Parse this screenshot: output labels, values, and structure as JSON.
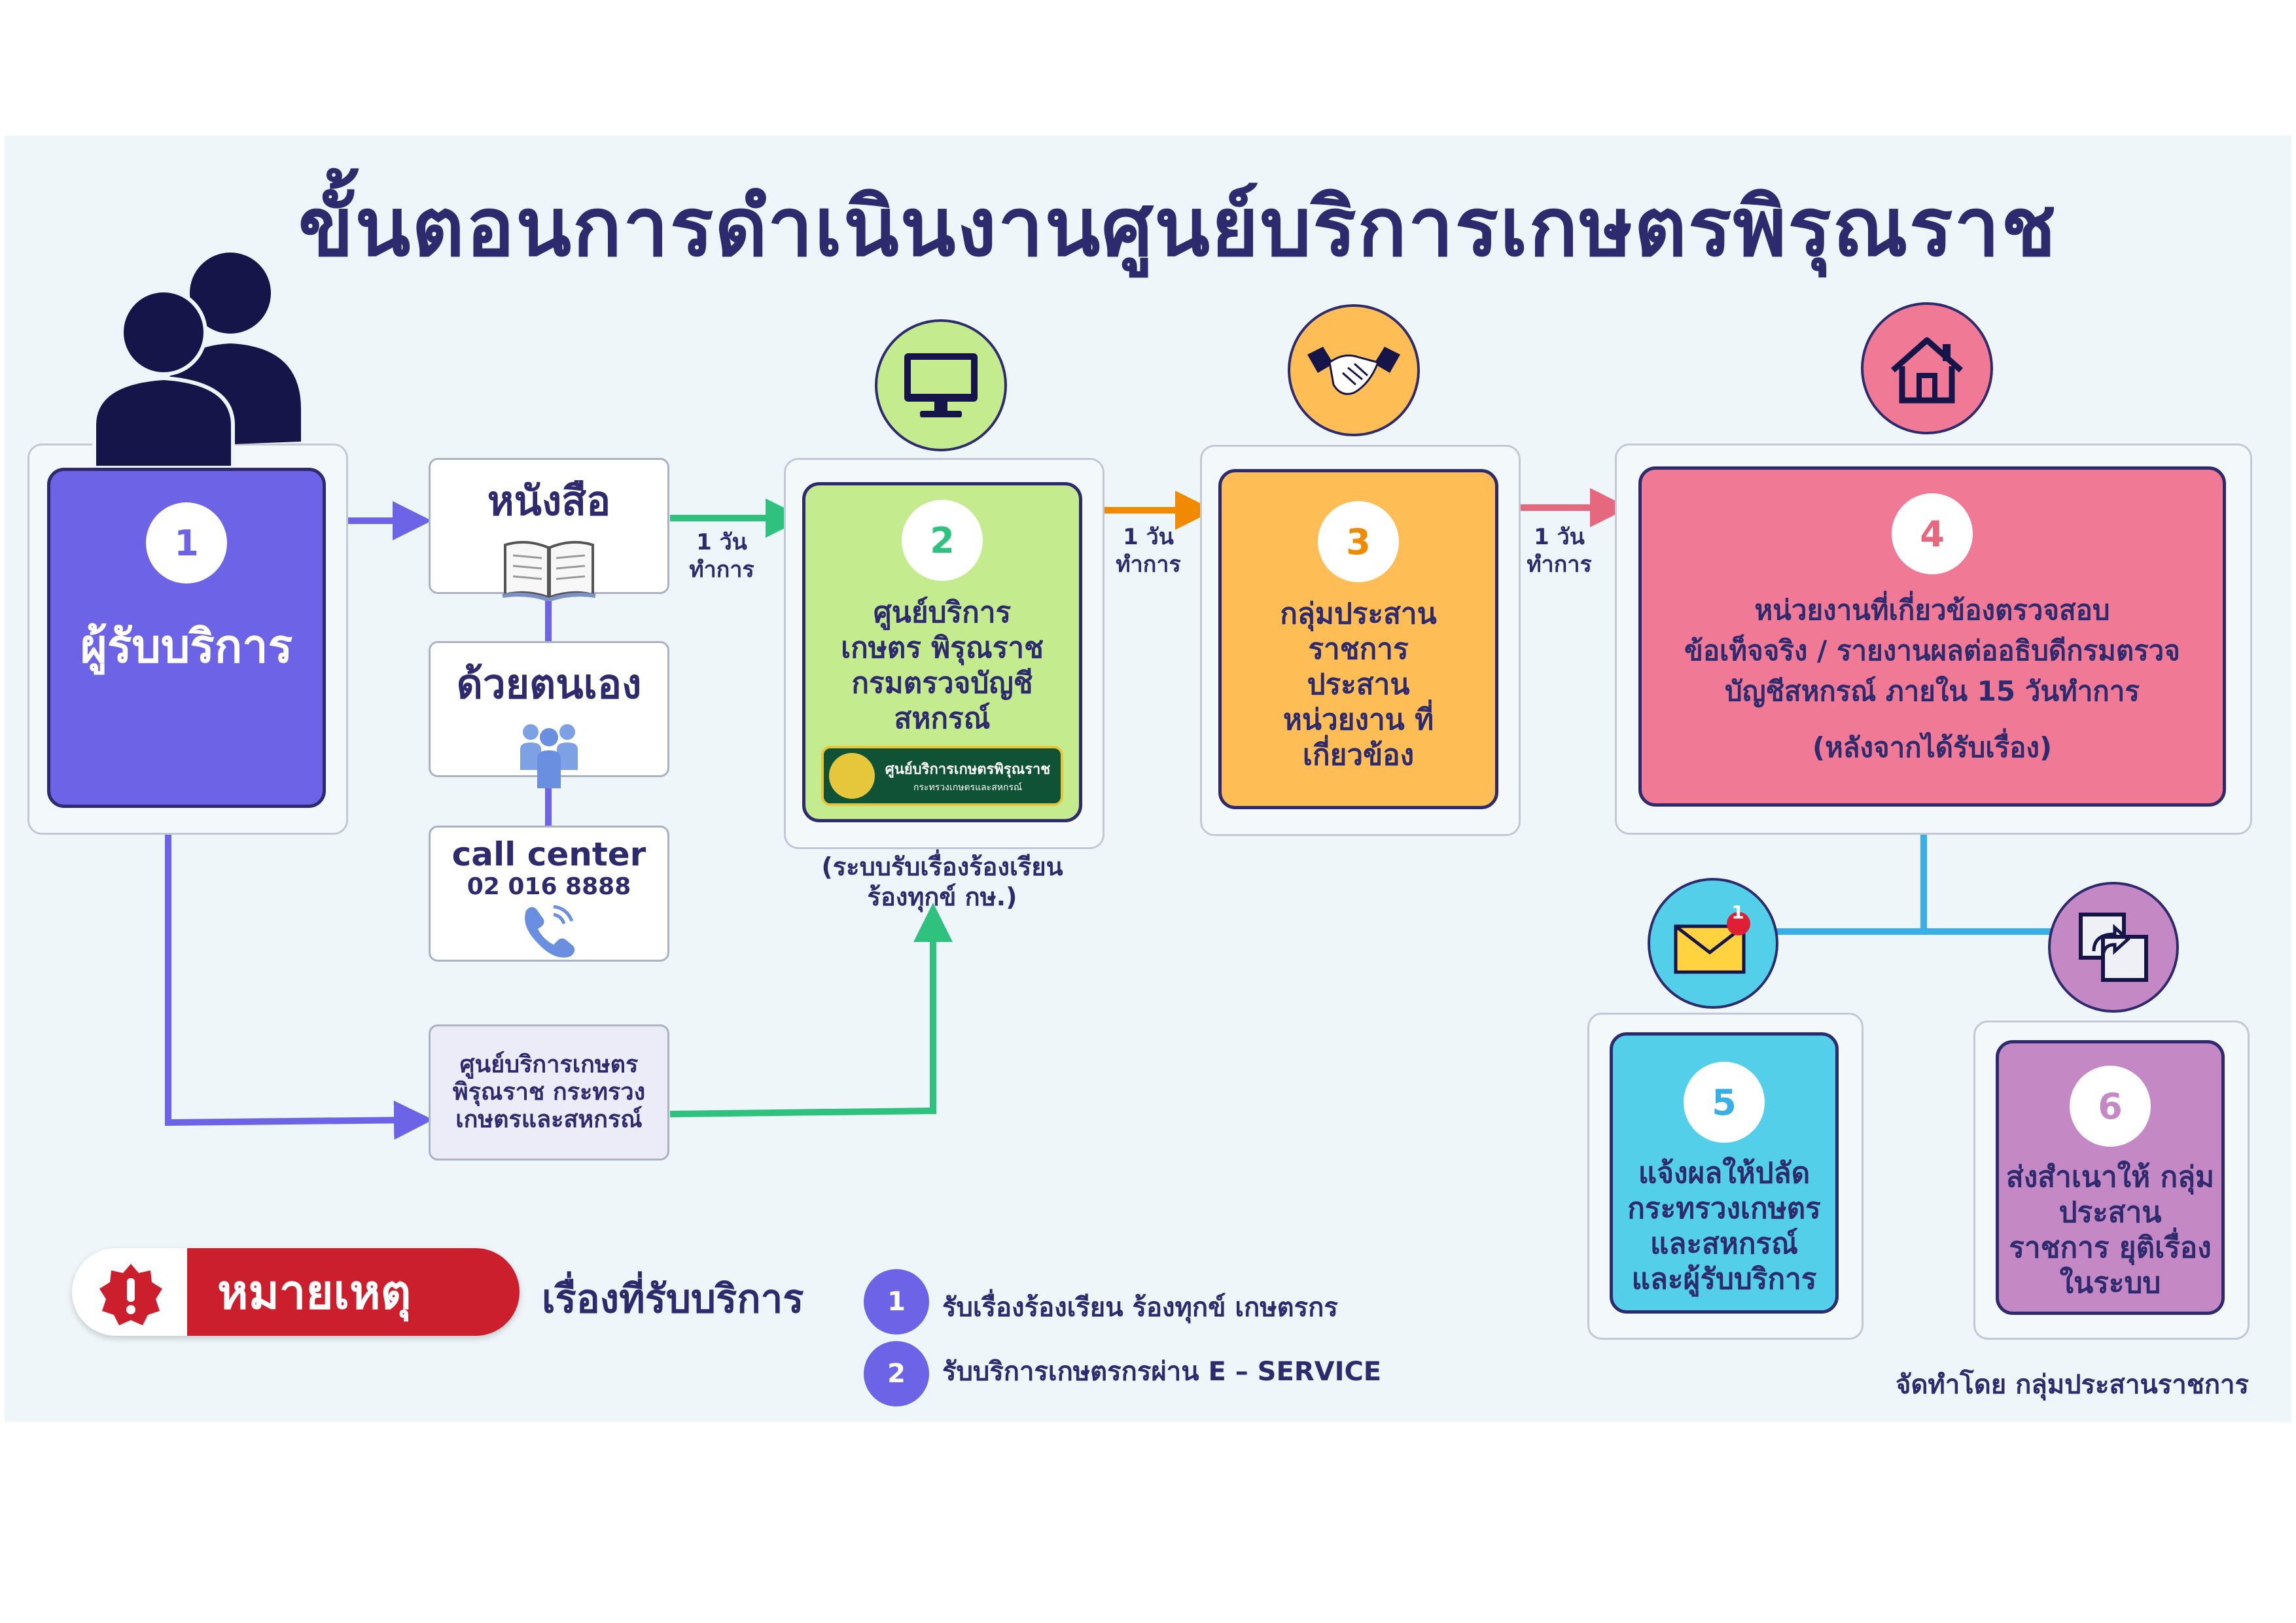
{
  "title": "ขั้นตอนการดำเนินงานศูนย์บริการเกษตรพิรุณราช",
  "step1": {
    "number": "1",
    "label": "ผู้รับบริการ"
  },
  "channels": {
    "letter": "หนังสือ",
    "in_person": "ด้วยตนเอง",
    "call_center": "call center",
    "phone": "02 016 8888",
    "service_center": "ศูนย์บริการเกษตร พิรุณราช กระทรวง เกษตรและสหกรณ์"
  },
  "durations": {
    "d1": "1 วัน",
    "d1b": "ทำการ",
    "d2": "1 วัน",
    "d2b": "ทำการ",
    "d3": "1 วัน",
    "d3b": "ทำการ"
  },
  "step2": {
    "number": "2",
    "text": "ศูนย์บริการเกษตร พิรุณราช กรมตรวจบัญชี สหกรณ์",
    "logo_text": "ศูนย์บริการเกษตรพิรุณราช",
    "logo_sub": "กระทรวงเกษตรและสหกรณ์",
    "caption1": "(ระบบรับเรื่องร้องเรียน",
    "caption2": "ร้องทุกข์ กษ.)"
  },
  "step3": {
    "number": "3",
    "text": "กลุ่มประสาน ราชการ ประสาน หน่วยงาน ที่เกี่ยวข้อง"
  },
  "step4": {
    "number": "4",
    "line1": "หน่วยงานที่เกี่ยวข้องตรวจสอบ",
    "line2": "ข้อเท็จจริง / รายงานผลต่ออธิบดีกรมตรวจ",
    "line3": "บัญชีสหกรณ์ ภายใน 15 วันทำการ",
    "line4": "(หลังจากได้รับเรื่อง)"
  },
  "step5": {
    "number": "5",
    "text": "แจ้งผลให้ปลัด กระทรวงเกษตร และสหกรณ์ และผู้รับบริการ",
    "badge": "1"
  },
  "step6": {
    "number": "6",
    "text": "ส่งสำเนาให้ กลุ่มประสาน ราชการ ยุติเรื่องในระบบ"
  },
  "note": {
    "label": "หมายเหตุ",
    "heading": "เรื่องที่รับบริการ",
    "items": [
      {
        "num": "1",
        "text": "รับเรื่องร้องเรียน ร้องทุกข์ เกษตรกร"
      },
      {
        "num": "2",
        "text": "รับบริการเกษตรกรผ่าน E – SERVICE"
      }
    ]
  },
  "credit": "จัดทำโดย กลุ่มประสานราชการ",
  "colors": {
    "navy": "#2d2a6e",
    "purple": "#6c63e6",
    "green": "#c4ec8f",
    "green_line": "#2ec27e",
    "orange": "#ffbe55",
    "orange_line": "#f08a00",
    "pink": "#f07a95",
    "pink_line": "#e5687f",
    "cyan": "#54cfea",
    "blue_line": "#39aee8",
    "violet": "#c489c4",
    "red": "#cc1f2d"
  }
}
